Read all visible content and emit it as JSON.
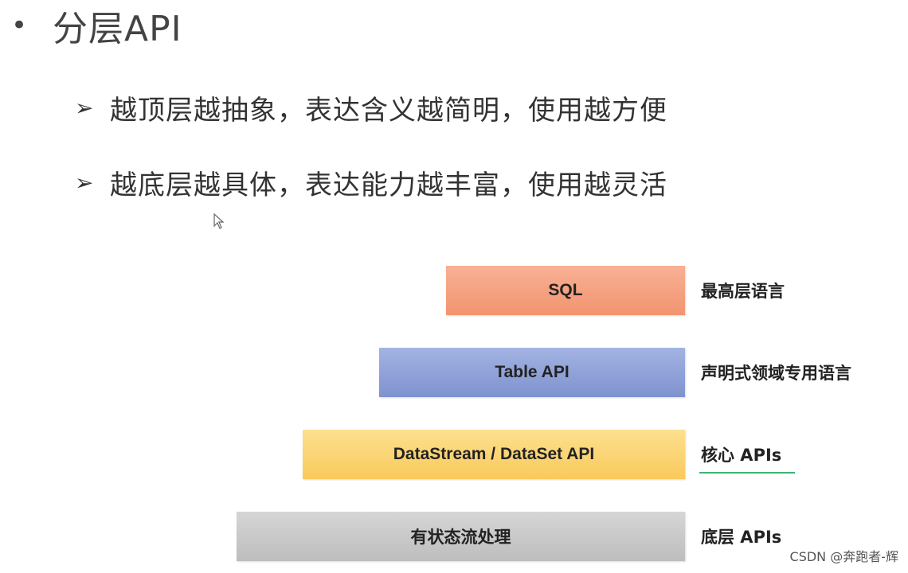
{
  "title": {
    "bullet": "•",
    "text": "分层API"
  },
  "points": [
    {
      "arrow": "➢",
      "text": "越顶层越抽象，表达含义越简明，使用越方便"
    },
    {
      "arrow": "➢",
      "text": "越底层越具体，表达能力越丰富，使用越灵活"
    }
  ],
  "layers": [
    {
      "label": "SQL",
      "description": "最高层语言",
      "color": "#f4a07c"
    },
    {
      "label": "Table API",
      "description": "声明式领域专用语言",
      "color": "#8fa1d8"
    },
    {
      "label": "DataStream / DataSet API",
      "description": "核心 APIs",
      "color": "#fbd474"
    },
    {
      "label": "有状态流处理",
      "description": "底层 APIs",
      "color": "#c9c9c9"
    }
  ],
  "highlight_color": "#3cb371",
  "watermark": "CSDN @奔跑者-辉"
}
